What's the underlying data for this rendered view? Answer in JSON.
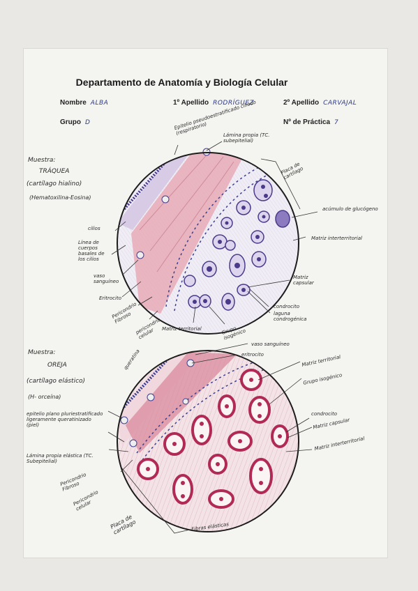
{
  "header": {
    "title": "Departamento de Anatomía y Biología Celular",
    "nombre_label": "Nombre",
    "nombre_value": "ALBA",
    "apellido1_label": "1º Apellido",
    "apellido1_value": "RODRÍGUEZ",
    "apellido2_label": "2º Apellido",
    "apellido2_value": "CARVAJAL",
    "grupo_label": "Grupo",
    "grupo_value": "D",
    "practica_label": "Nº de Práctica",
    "practica_value": "7"
  },
  "sample1": {
    "muestra": "Muestra:",
    "tissue": "TRÁQUEA",
    "type": "(cartílago hialino)",
    "stain": "(Hematoxilina-Eosina)",
    "labels": {
      "epitelio": "Epitelio pseudoestratificado ciliado (respiratorio)",
      "lamina": "Lámina propia (TC. subepitelial)",
      "placa": "Placa de cartílago",
      "acumulo": "acúmulo de glucógeno",
      "matriz_inter": "Matriz interterritorial",
      "cilios": "cilios",
      "linea": "Línea de cuerpos basales de los cilios",
      "vaso": "vaso sanguíneo",
      "eritrocito": "Eritrocito",
      "pericondrio_fibroso": "Pericondrio Fibroso",
      "pericondrio_celular": "pericondrio celular",
      "matriz_terr": "Matriz territorial",
      "grupo_iso": "Grupo isogénico",
      "laguna": "laguna condrogénica",
      "condrocito": "condrocito",
      "matriz_caps": "Matriz capsular"
    }
  },
  "sample2": {
    "muestra": "Muestra:",
    "tissue": "OREJA",
    "type": "(cartílago elástico)",
    "stain": "(H- orceína)",
    "labels": {
      "queratina": "queratina",
      "vaso": "vaso sanguíneo",
      "eritrocito": "eritrocito",
      "matriz_terr": "Matriz territorial",
      "grupo_iso": "Grupo isogénico",
      "condrocito": "condrocito",
      "matriz_caps": "Matriz capsular",
      "matriz_inter": "Matriz interterritorial",
      "epitelio": "epitelio plano pluriestratificado ligeramente queratinizado (piel)",
      "lamina": "Lámina propia elástica (TC. Subepitelial)",
      "pericondrio_fibroso": "Pericondrio Fibroso",
      "pericondrio_celular": "Pericondrio celular",
      "placa": "Placa de cartílago",
      "fibras": "Fibras elásticas"
    }
  },
  "colors": {
    "page": "#f4f4f1",
    "ink_blue": "#2b3a8a",
    "purple_cells": "#5b4a9a",
    "pink_tissue": "#e3a7b2",
    "magenta_cells": "#b02a55"
  }
}
